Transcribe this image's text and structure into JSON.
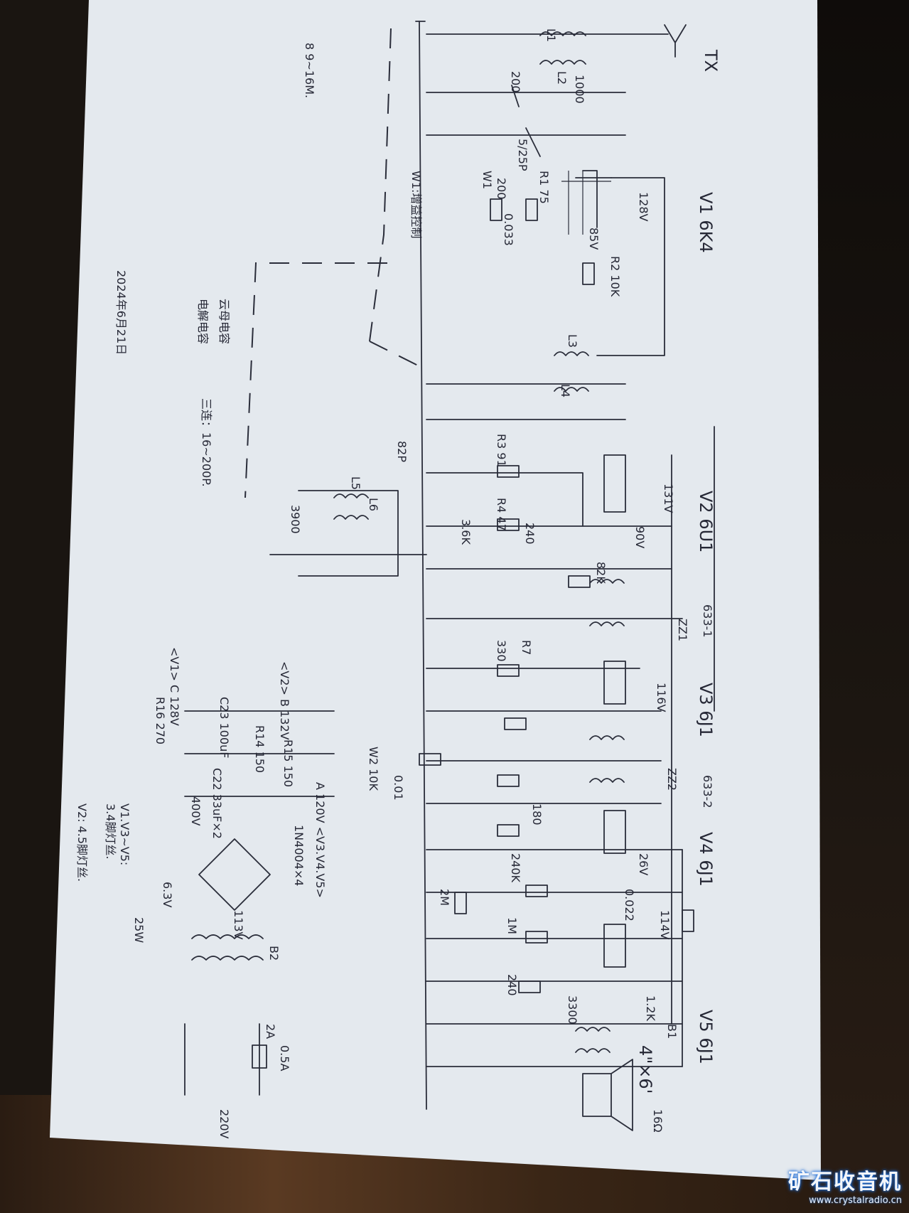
{
  "tubes": [
    "V1 6K4",
    "V2 6U1",
    "V3 6J1",
    "V4 6J1",
    "V5 6J1"
  ],
  "notes": {
    "band": "8 9~16M.",
    "triangle_note": "电解电容",
    "circle_note": "云母电容",
    "gang": "三连：16~200P.",
    "w1": "W1:增益控制",
    "date": "2024年6月21日",
    "heater1": "V1.V3~V5:",
    "heater2": "3.4脚灯丝.",
    "heater3": "V2: 4.5脚灯丝.",
    "tx": "TX",
    "t633_1": "633-1",
    "t633_2": "633-2",
    "speaker": "4\"×6'",
    "ohm": "16Ω",
    "mains": "220V",
    "power": "25W",
    "rectifier": "1N4004×4",
    "fuse": "0.5A",
    "switch_amp": "2A",
    "supply_a": "A 120V <V3.V4.V5>",
    "supply_b": "<V2> B 132V",
    "supply_c": "<V1> C 128V",
    "heater_v": "6.3V",
    "hv": "113V",
    "filter_v": "400V"
  },
  "components": {
    "l1": "L1",
    "l2": "L2",
    "l3": "L3",
    "l4": "L4",
    "l5": "L5",
    "l6": "L6",
    "c1000": "1000",
    "c200": "200",
    "c5_25p": "5/25P",
    "c82p": "82P",
    "c3900": "3900",
    "c0033": "0.033",
    "r75": "R1 75",
    "w1": "W1",
    "r200": "200",
    "r10k": "R2 10K",
    "r91": "R3 91",
    "r47": "R4 47",
    "r36k": "3.6K",
    "r240": "240",
    "r82k": "82K",
    "r330": "330",
    "r330b": "R7",
    "r180": "180",
    "r2m": "2M",
    "r240k": "240K",
    "r1m": "1M",
    "r240b": "240",
    "r1_2k": "1.2K",
    "w2": "W2 10K",
    "c0_01": "0.01",
    "c0_022": "0.022",
    "c3300": "3300",
    "r16_270": "R16 270",
    "r14_150": "R14 150",
    "r15_150": "R15 150",
    "c22_33u": "C22 33uF×2",
    "c23_100u": "C23 100uF",
    "v128": "128V",
    "v85": "85V",
    "v131": "131V",
    "v90": "90V",
    "v116": "116V",
    "v114": "114V",
    "v26": "26V",
    "b1": "B1",
    "b2": "B2",
    "zz1": "ZZ1",
    "zz2": "ZZ2"
  },
  "watermark": {
    "title": "矿石收音机",
    "url": "www.crystalradio.cn"
  }
}
